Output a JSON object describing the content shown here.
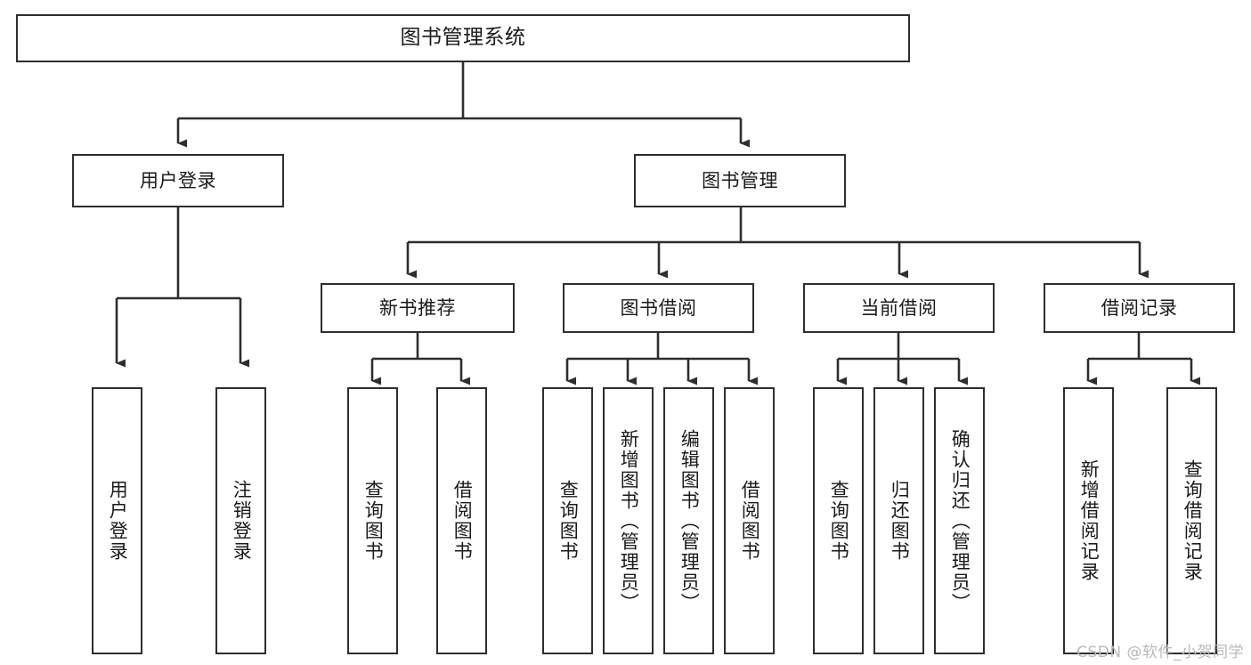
{
  "diagram": {
    "title": "图书管理系统",
    "type": "tree-hierarchy",
    "stroke_color": "#2e2e2e",
    "background_color": "#ffffff",
    "text_color": "#1a1a1a"
  },
  "root": {
    "label": "图书管理系统"
  },
  "level1": [
    {
      "label": "用户登录"
    },
    {
      "label": "图书管理"
    }
  ],
  "level2": [
    {
      "label": "新书推荐"
    },
    {
      "label": "图书借阅"
    },
    {
      "label": "当前借阅"
    },
    {
      "label": "借阅记录"
    }
  ],
  "leaves": [
    {
      "label": "用户登录",
      "parent": "用户登录"
    },
    {
      "label": "注销登录",
      "parent": "用户登录"
    },
    {
      "label": "查询图书",
      "parent": "新书推荐"
    },
    {
      "label": "借阅图书",
      "parent": "新书推荐"
    },
    {
      "label": "查询图书",
      "parent": "图书借阅"
    },
    {
      "label": "新增图书（管理员）",
      "parent": "图书借阅"
    },
    {
      "label": "编辑图书（管理员）",
      "parent": "图书借阅"
    },
    {
      "label": "借阅图书",
      "parent": "图书借阅"
    },
    {
      "label": "查询图书",
      "parent": "当前借阅"
    },
    {
      "label": "归还图书",
      "parent": "当前借阅"
    },
    {
      "label": "确认归还（管理员）",
      "parent": "当前借阅"
    },
    {
      "label": "新增借阅记录",
      "parent": "借阅记录"
    },
    {
      "label": "查询借阅记录",
      "parent": "借阅记录"
    }
  ],
  "watermark": {
    "text": "CSDN @软件_小贺同学"
  }
}
